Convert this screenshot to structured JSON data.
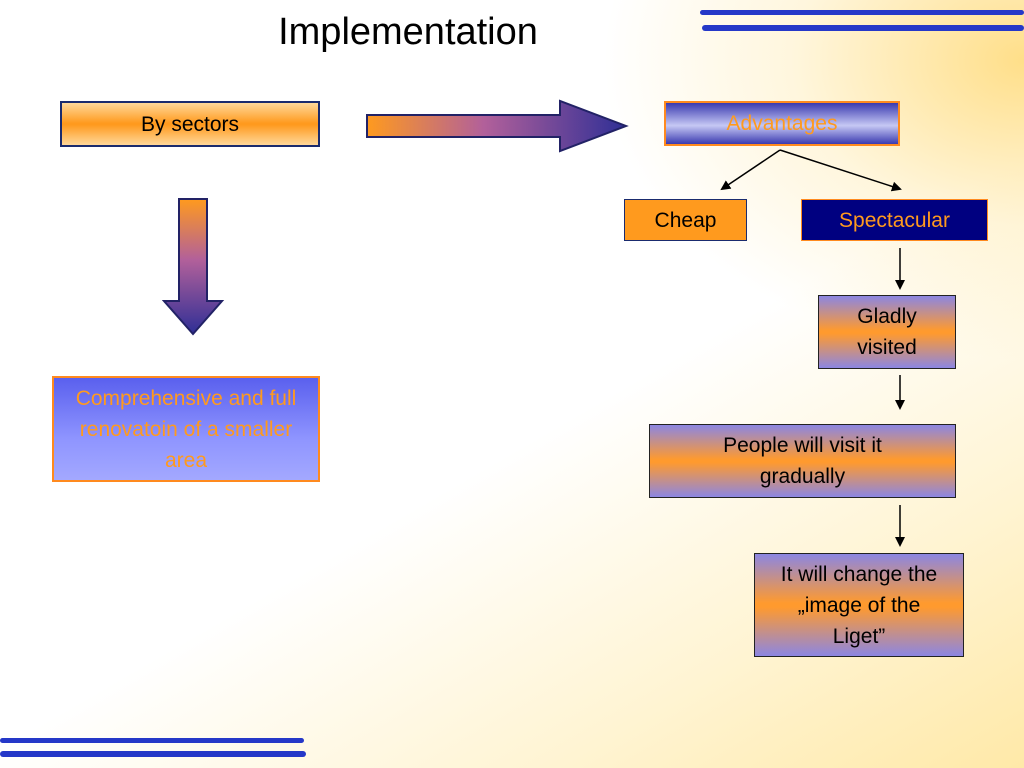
{
  "slide": {
    "title": "Implementation"
  },
  "diagram": {
    "by_sectors": "By sectors",
    "comprehensive": "Comprehensive and full renovatoin of a smaller area",
    "advantages": "Advantages",
    "cheap": "Cheap",
    "spectacular": "Spectacular",
    "gladly_visited": "Gladly visited",
    "people_visit": "People will visit it gradually",
    "change_image": "It will change the „image of the Liget”"
  },
  "colors": {
    "orange": "#ff9a1e",
    "navy": "#000080",
    "periwinkle": "#8c8cff",
    "stripe_blue": "#2b3fd0"
  }
}
